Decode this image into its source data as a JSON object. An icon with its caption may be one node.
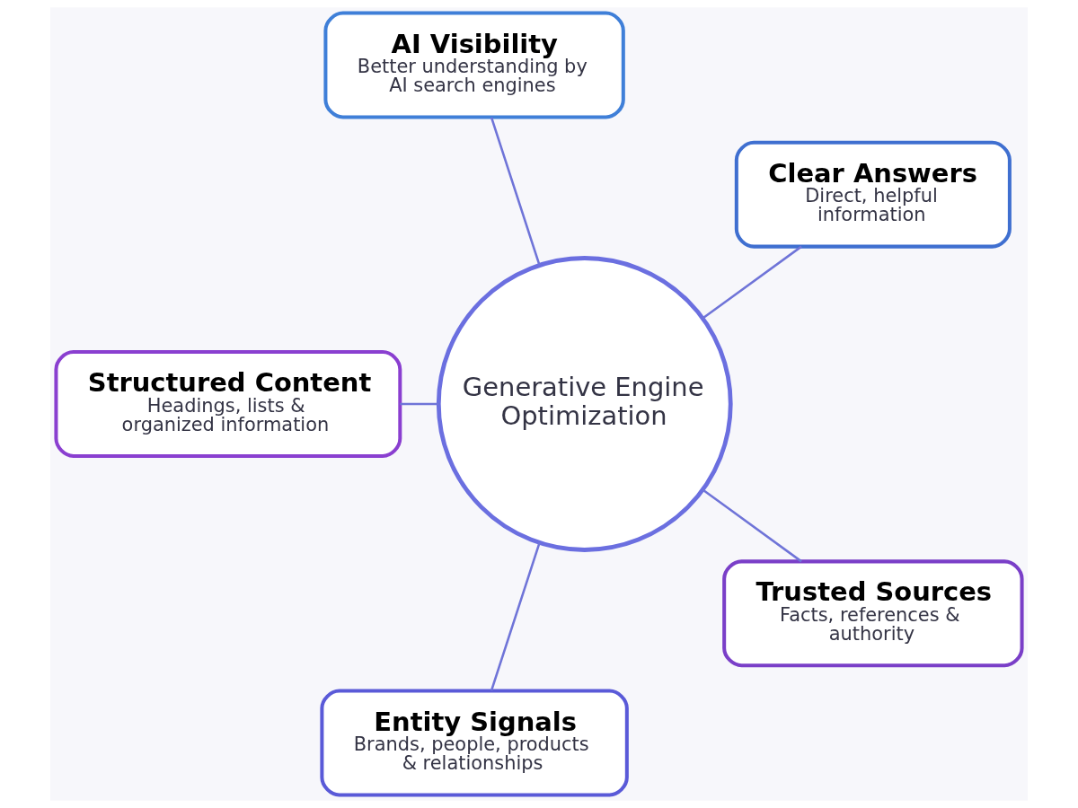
{
  "diagram": {
    "nodes": [
      {
        "text": [
          "Generative Engine Optimization"
        ]
      },
      {
        "text": [
          "Clear Answers",
          "Direct, helpful information"
        ]
      },
      {
        "text": [
          "AI Visibility",
          "Better understanding by AI search engines"
        ]
      },
      {
        "text": [
          "Structured Content",
          "Headings, lists & organized information"
        ]
      },
      {
        "text": [
          "Entity Signals",
          "Brands, people, products & relationships"
        ]
      },
      {
        "text": [
          "Trusted Sources",
          "Facts, references & authority"
        ]
      }
    ],
    "edges": [
      {
        "from": 0,
        "to": 1,
        "arrow": "none"
      },
      {
        "from": 0,
        "to": 2,
        "arrow": "none"
      },
      {
        "from": 0,
        "to": 3,
        "arrow": "none"
      },
      {
        "from": 0,
        "to": 4,
        "arrow": "none"
      },
      {
        "from": 0,
        "to": 5,
        "arrow": "none"
      }
    ]
  }
}
